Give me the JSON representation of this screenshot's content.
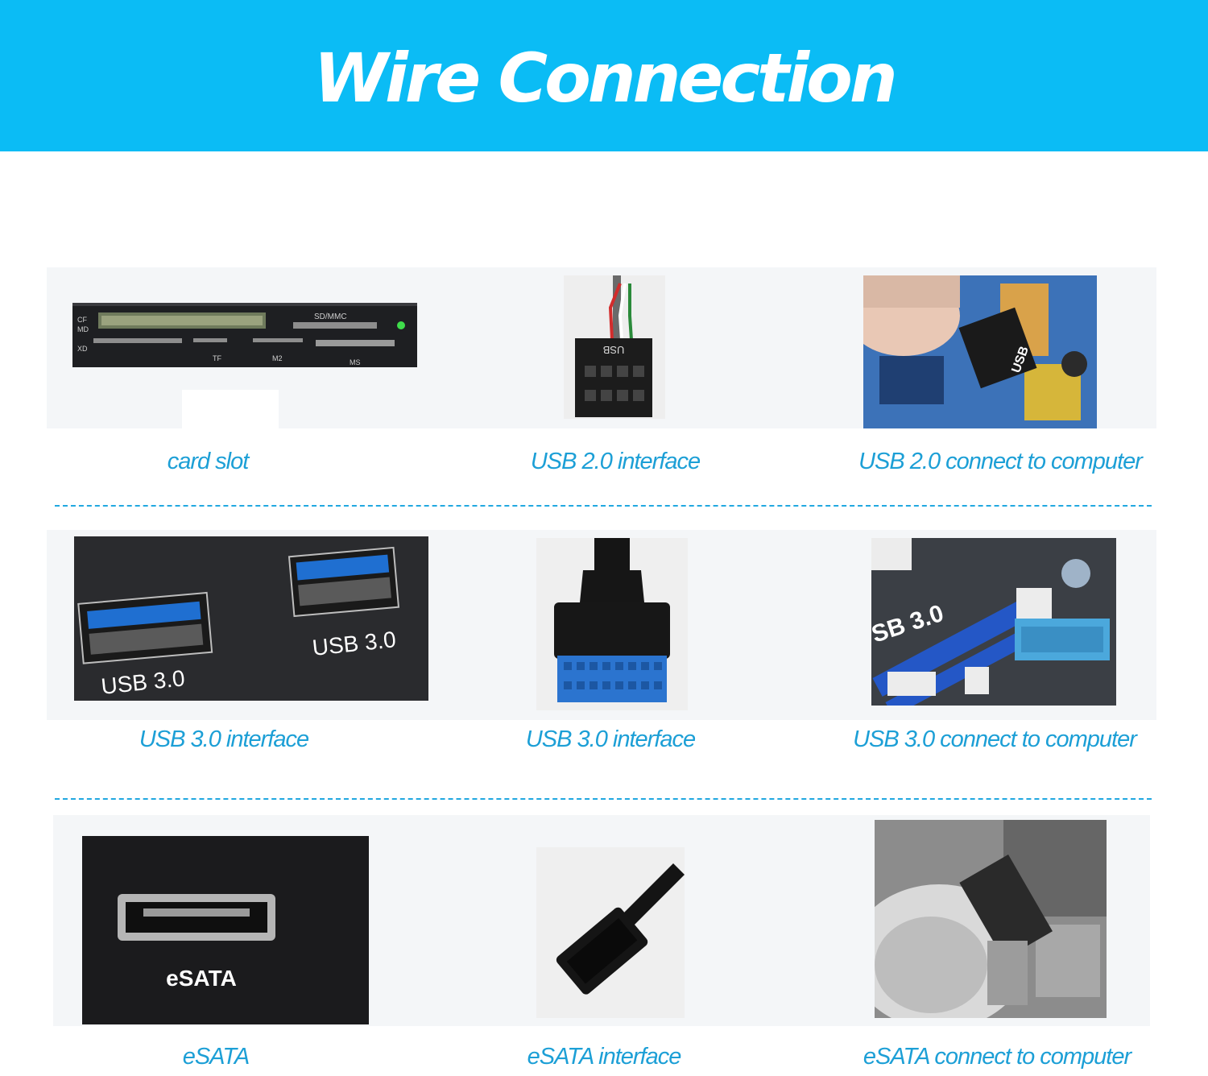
{
  "header": {
    "title": "Wire Connection"
  },
  "rows": [
    {
      "captions": [
        "card slot",
        "USB 2.0 interface",
        "USB 2.0 connect to computer"
      ],
      "panel_labels": {
        "cf": "CF",
        "md": "MD",
        "xd": "XD",
        "sdmmc": "SD/MMC",
        "tf": "TF",
        "m2": "M2",
        "ms": "MS"
      },
      "connector_label": "USB",
      "board_label": "USB"
    },
    {
      "captions": [
        "USB 3.0 interface",
        "USB 3.0 interface",
        "USB 3.0 connect to computer"
      ],
      "port_label_left": "USB 3.0",
      "port_label_right": "USB 3.0",
      "board_label": "SB 3.0"
    },
    {
      "captions": [
        "eSATA",
        "eSATA interface",
        "eSATA connect to computer"
      ],
      "panel_label": "eSATA"
    }
  ],
  "colors": {
    "header_bg": "#0bbcf5",
    "caption": "#1c9fd6",
    "divider": "#21a8e0"
  }
}
